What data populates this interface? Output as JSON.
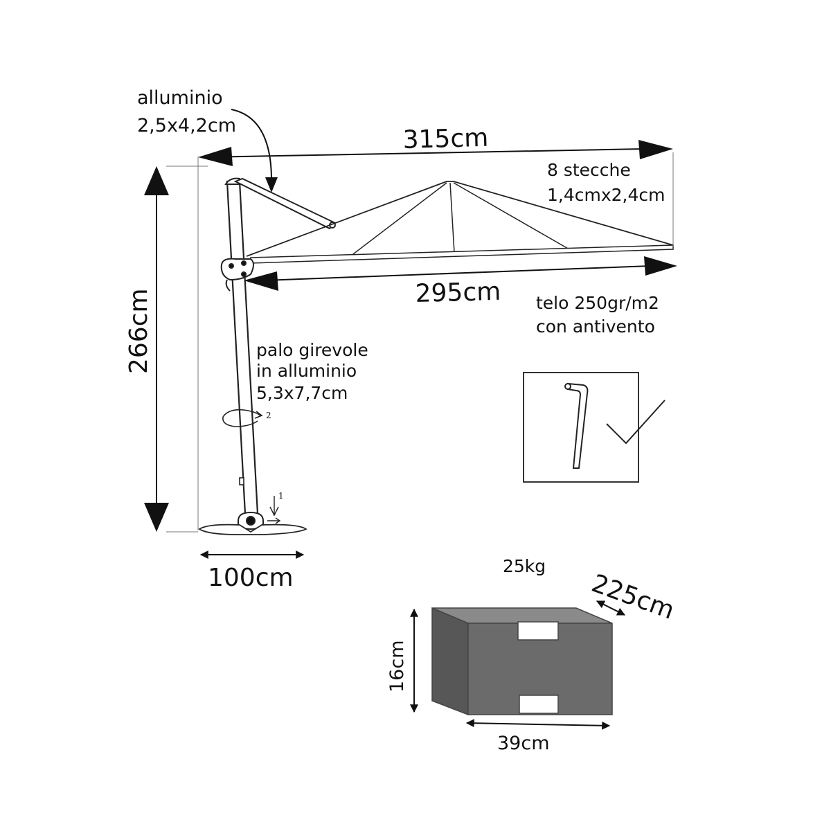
{
  "labels": {
    "frame_material": [
      "alluminio",
      "2,5x4,2cm"
    ],
    "total_width": "315cm",
    "ribs": [
      "8 stecche",
      "1,4cmx2,4cm"
    ],
    "height": "266cm",
    "canopy_width": "295cm",
    "canopy_fabric": [
      "telo 250gr/m2",
      "con antivento"
    ],
    "pole": [
      "palo girevole",
      "in alluminio",
      "5,3x7,7cm"
    ],
    "rotation_step": "2",
    "lock_step": "1",
    "base_width": "100cm",
    "weight": "25kg",
    "base_length": "225cm",
    "base_height": "16cm",
    "base_depth": "39cm"
  },
  "colors": {
    "line": "#111111",
    "base_front": "#6b6b6b",
    "base_top": "#8a8a8a",
    "base_side": "#575757"
  },
  "icons": {
    "tool": "allen-key-icon",
    "check": "checkmark-icon",
    "rotate": "rotate-arrow-icon"
  }
}
